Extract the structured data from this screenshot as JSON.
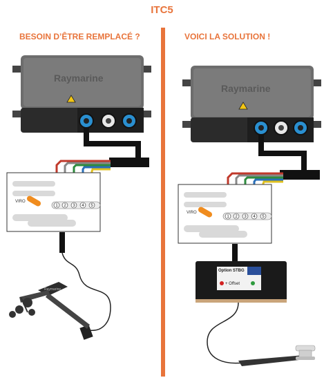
{
  "page": {
    "title": "ITC5"
  },
  "left_panel": {
    "heading": "BESOIN D’ÊTRE REMPLACÉ ?",
    "device_logo": "Raymarine",
    "junction_label": "VIRO",
    "terminal_numbers": [
      "1",
      "2",
      "3",
      "4",
      "5"
    ],
    "sensor_logo": "Raymarine"
  },
  "right_panel": {
    "heading": "VOICI LA SOLUTION !",
    "device_logo": "Raymarine",
    "junction_label": "VIRO",
    "terminal_numbers": [
      "1",
      "2",
      "3",
      "4",
      "5"
    ],
    "converter": {
      "brand": "Option STBG",
      "offset_label": "+ Offset"
    }
  },
  "colors": {
    "accent": "#e8743b",
    "wires": [
      "#c0392b",
      "#888888",
      "#2e8b3e",
      "#2a6fb8",
      "#e0c020"
    ]
  }
}
